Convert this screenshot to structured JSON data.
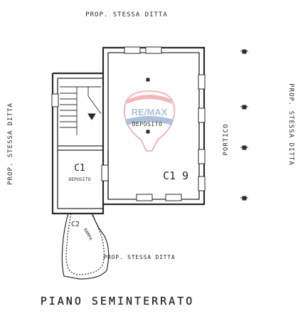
{
  "labels": {
    "top": "PROP. STESSA DITTA",
    "left": "PROP. STESSA DITTA",
    "right": "PROP. STESSA DITTA",
    "bottom": "PROP. STESSA DITTA",
    "portico": "PORTICO",
    "deposito_main": "DEPOSITO",
    "deposito_small": "DEPOSITO",
    "room_code_main": "C1 9",
    "room_code_small": "C1",
    "ramp_code": "C2",
    "ramp_text": "RAMPA",
    "title": "PIANO SEMINTERRATO"
  },
  "watermark": {
    "text": "RE/MAX",
    "color_red": "#d9343a",
    "color_blue": "#1d4e9e"
  },
  "colors": {
    "ink": "#2a2a2a",
    "paper": "#ffffff"
  }
}
